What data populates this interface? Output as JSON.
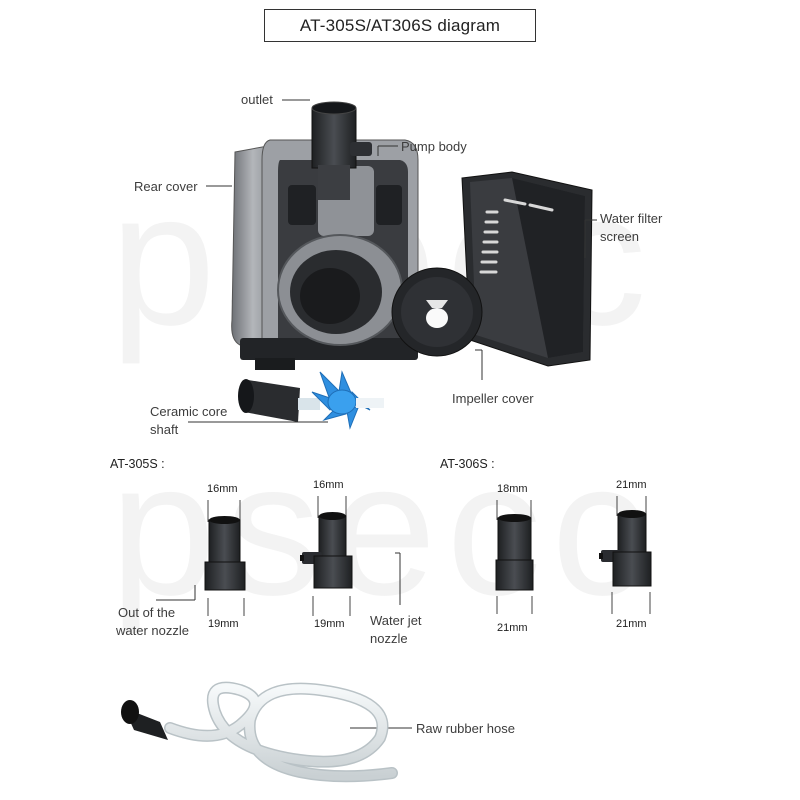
{
  "title": "AT-305S/AT306S diagram",
  "watermark": "psecc",
  "labels": {
    "outlet": "outlet",
    "pump_body": "Pump body",
    "rear_cover": "Rear cover",
    "water_filter_screen_1": "Water filter",
    "water_filter_screen_2": "screen",
    "impeller_cover": "Impeller cover",
    "ceramic_core_1": "Ceramic core",
    "ceramic_core_2": "shaft",
    "out_nozzle_1": "Out of the",
    "out_nozzle_2": "water nozzle",
    "jet_nozzle_1": "Water jet",
    "jet_nozzle_2": "nozzle",
    "hose": "Raw rubber hose"
  },
  "models": {
    "at305s": {
      "label": "AT-305S :",
      "out_nozzle": {
        "top": "16mm",
        "bottom": "19mm"
      },
      "jet_nozzle": {
        "top": "16mm",
        "bottom": "19mm"
      }
    },
    "at306s": {
      "label": "AT-306S :",
      "out_nozzle": {
        "top": "18mm",
        "bottom": "21mm"
      },
      "jet_nozzle": {
        "top": "21mm",
        "bottom": "21mm"
      }
    }
  },
  "colors": {
    "pump_grey": "#8c8f94",
    "pump_dark": "#2b2d30",
    "impeller_blue": "#2f8fe0",
    "hose": "#e9eef0"
  }
}
